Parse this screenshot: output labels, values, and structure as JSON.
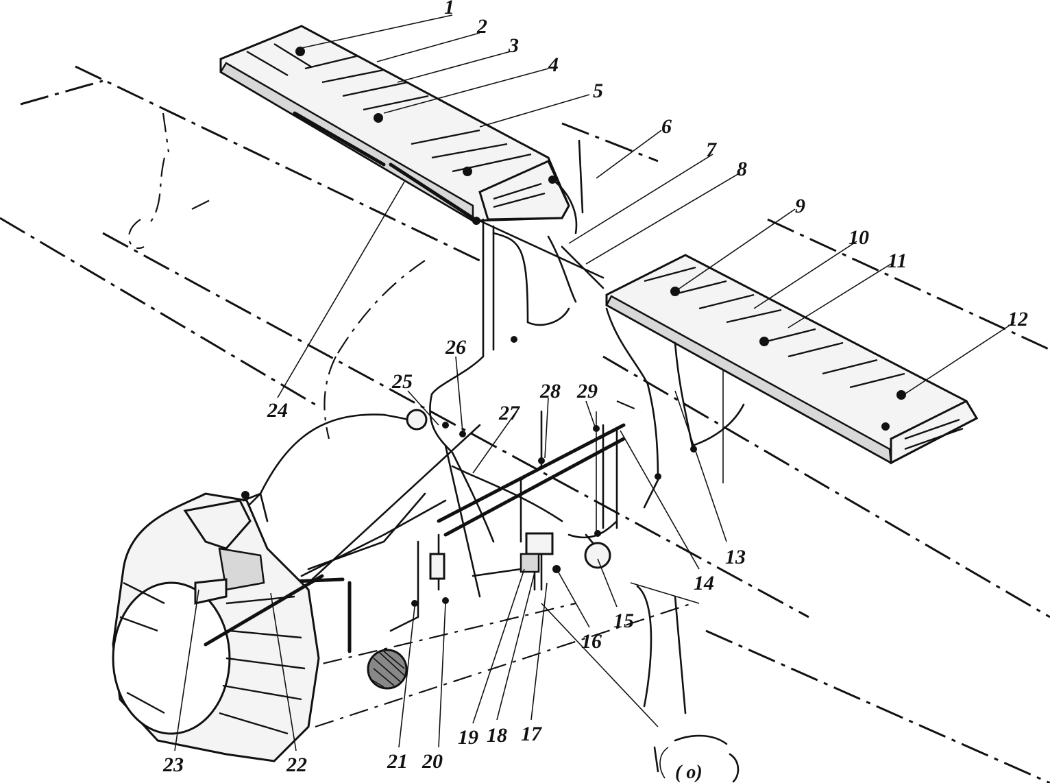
{
  "figure": {
    "callout_numbers": [
      "1",
      "2",
      "3",
      "4",
      "5",
      "6",
      "7",
      "8",
      "9",
      "10",
      "11",
      "12",
      "13",
      "14",
      "15",
      "16",
      "17",
      "18",
      "19",
      "20",
      "21",
      "22",
      "23",
      "24",
      "25",
      "26",
      "27",
      "28",
      "29"
    ],
    "wheel_label": "( o)",
    "colors": {
      "ink": "#111111",
      "paper": "#ffffff"
    }
  }
}
